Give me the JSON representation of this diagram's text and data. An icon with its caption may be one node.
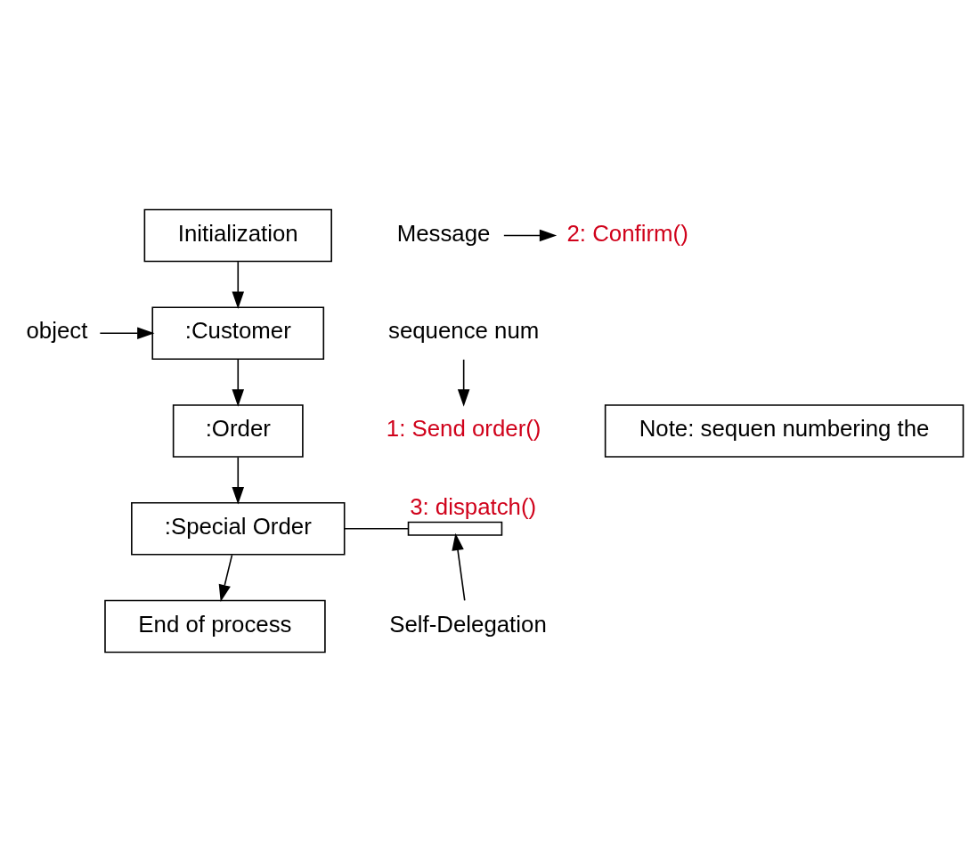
{
  "diagram": {
    "nodes": [
      {
        "text": [
          "Initialization"
        ]
      },
      {
        "text": [
          "object"
        ]
      },
      {
        "text": [
          "sequence num"
        ]
      },
      {
        "text": [
          ":Customer"
        ]
      },
      {
        "text": [
          "1: Send order()"
        ]
      },
      {
        "text": [
          "Note: sequen numbering the"
        ]
      },
      {
        "text": [
          ":Order"
        ]
      },
      {
        "text": [
          "2: Confirm()"
        ]
      },
      {
        "text": [
          "Message"
        ]
      },
      {
        "text": [
          ":Special Order"
        ]
      },
      {
        "text": [],
        "shape": "bar",
        "beside": [
          "3: dispatch()"
        ]
      },
      {
        "text": [
          "Self-Delegation"
        ]
      },
      {
        "text": [
          "End of process"
        ]
      }
    ],
    "edges": [
      {
        "from": 0,
        "to": 3,
        "arrow": "to"
      },
      {
        "from": 3,
        "to": 6,
        "arrow": "to"
      },
      {
        "from": 6,
        "to": 9,
        "arrow": "to"
      },
      {
        "from": 9,
        "to": 12,
        "arrow": "to"
      },
      {
        "from": 1,
        "to": 3,
        "arrow": "to"
      },
      {
        "from": 2,
        "to": 4,
        "arrow": "to"
      },
      {
        "from": 8,
        "to": 7,
        "arrow": "to"
      },
      {
        "from": 9,
        "to": 10,
        "arrow": "none"
      },
      {
        "from": 11,
        "to": 10,
        "arrow": "to"
      }
    ]
  }
}
